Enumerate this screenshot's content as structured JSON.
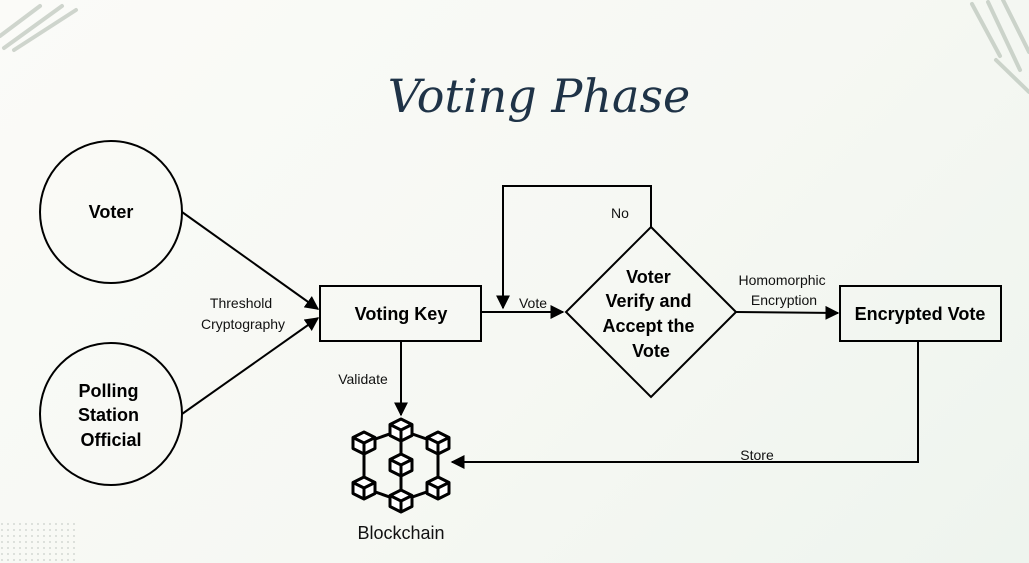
{
  "title": "Voting Phase",
  "nodes": {
    "voter": "Voter",
    "official": [
      "Polling",
      "Station",
      "Official"
    ],
    "voting_key": "Voting Key",
    "decision": [
      "Voter",
      "Verify and",
      "Accept the",
      "Vote"
    ],
    "encrypted_vote": "Encrypted Vote",
    "blockchain": "Blockchain"
  },
  "edges": {
    "threshold": [
      "Threshold",
      "Cryptography"
    ],
    "vote": "Vote",
    "no": "No",
    "homomorphic": [
      "Homomorphic",
      "Encryption"
    ],
    "validate": "Validate",
    "store": "Store"
  }
}
